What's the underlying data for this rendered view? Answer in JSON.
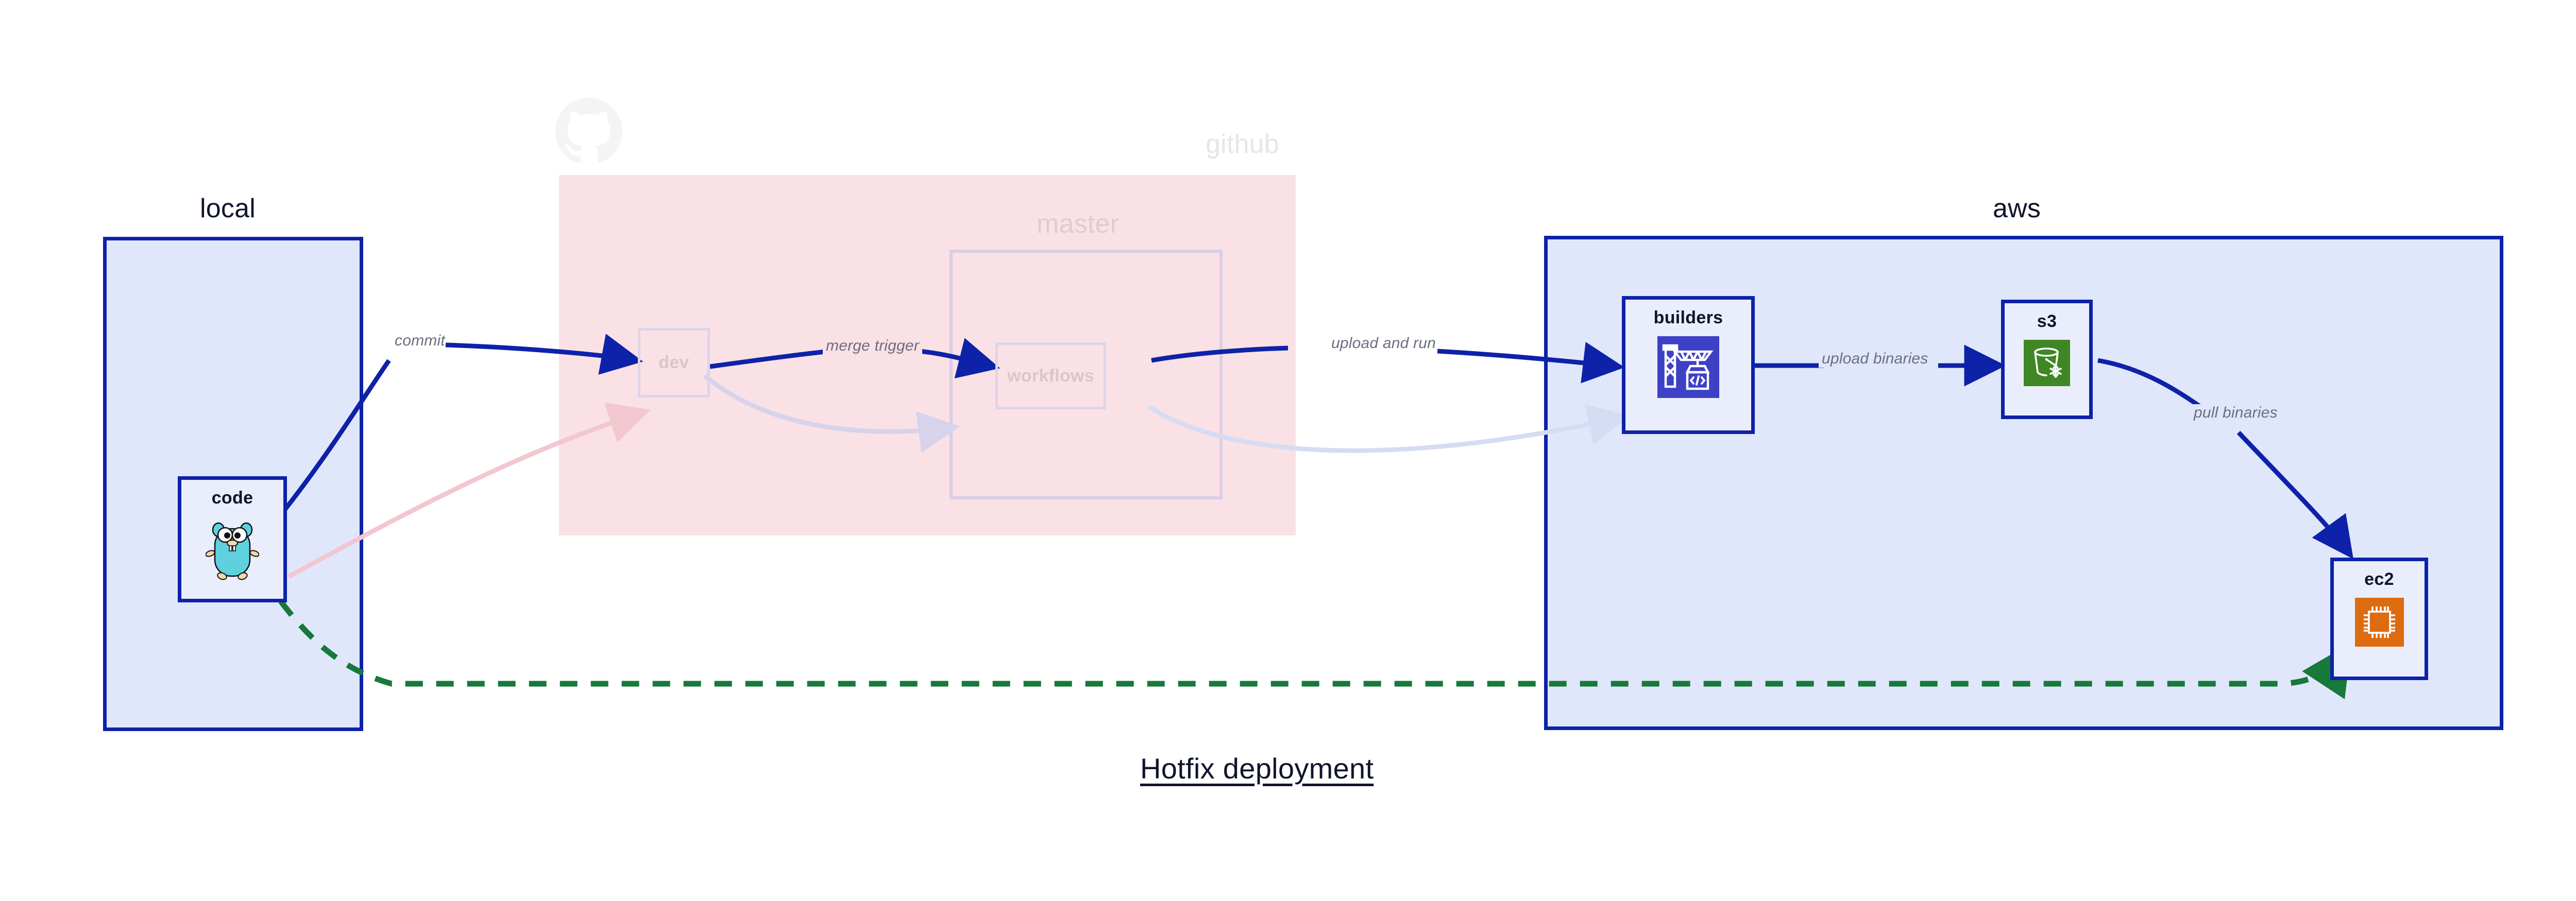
{
  "diagram": {
    "caption": "Hotfix deployment",
    "background_color": "#ffffff",
    "accent_blue": "#0d22a8",
    "accent_green": "#17793a",
    "label_color": "#6a6f80"
  },
  "clusters": [
    {
      "id": "local",
      "title": "local",
      "fill": "#e1e7fb",
      "stroke": "#0d22a8",
      "faded": false
    },
    {
      "id": "github",
      "title": "github",
      "fill": "#fae1e6",
      "stroke": "none",
      "faded": true,
      "logo_icon": "github-octocat-icon"
    },
    {
      "id": "master",
      "title": "master",
      "fill": "transparent",
      "stroke": "#d9cfe4",
      "faded": true
    },
    {
      "id": "aws",
      "title": "aws",
      "fill": "#e1e7fb",
      "stroke": "#0d22a8",
      "faded": false
    }
  ],
  "nodes": [
    {
      "id": "code",
      "label": "code",
      "icon": "go-gopher-icon",
      "cluster": "local",
      "faded": false
    },
    {
      "id": "dev",
      "label": "dev",
      "icon": "none",
      "cluster": "github",
      "faded": true
    },
    {
      "id": "workflows",
      "label": "workflows",
      "icon": "none",
      "cluster": "master",
      "faded": true
    },
    {
      "id": "builders",
      "label": "builders",
      "icon": "aws-codebuild-crane-icon",
      "icon_color": "#3c41c6",
      "cluster": "aws",
      "faded": false
    },
    {
      "id": "s3",
      "label": "s3",
      "icon": "aws-s3-bucket-icon",
      "icon_color": "#3f8624",
      "cluster": "aws",
      "faded": false
    },
    {
      "id": "ec2",
      "label": "ec2",
      "icon": "aws-ec2-chip-icon",
      "icon_color": "#dd6b10",
      "cluster": "aws",
      "faded": false
    }
  ],
  "edges": [
    {
      "id": "commit",
      "from": "code",
      "to": "dev",
      "label": "commit",
      "style": "solid",
      "color": "#0d22a8",
      "faded": false
    },
    {
      "id": "merge-trigger",
      "from": "dev",
      "to": "workflows",
      "label": "merge trigger",
      "style": "solid",
      "color": "#0d22a8",
      "faded": false
    },
    {
      "id": "upload-and-run",
      "from": "workflows",
      "to": "builders",
      "label": "upload and run",
      "style": "solid",
      "color": "#0d22a8",
      "faded": false
    },
    {
      "id": "upload-binaries",
      "from": "builders",
      "to": "s3",
      "label": "upload binaries",
      "style": "solid",
      "color": "#0d22a8",
      "faded": false
    },
    {
      "id": "pull-binaries",
      "from": "s3",
      "to": "ec2",
      "label": "pull binaries",
      "style": "solid",
      "color": "#0d22a8",
      "faded": false
    },
    {
      "id": "hotfix-direct",
      "from": "code",
      "to": "ec2",
      "label": "",
      "style": "dashed",
      "color": "#17793a",
      "faded": false
    },
    {
      "id": "faded-code-dev",
      "from": "code",
      "to": "dev",
      "label": "",
      "style": "solid",
      "color": "#f2c7cf",
      "faded": true
    },
    {
      "id": "faded-dev-workflows",
      "from": "dev",
      "to": "workflows",
      "label": "",
      "style": "solid",
      "color": "#d6d3ea",
      "faded": true
    },
    {
      "id": "faded-workflows-build",
      "from": "workflows",
      "to": "builders",
      "label": "",
      "style": "solid",
      "color": "#d6dcf4",
      "faded": true
    }
  ]
}
